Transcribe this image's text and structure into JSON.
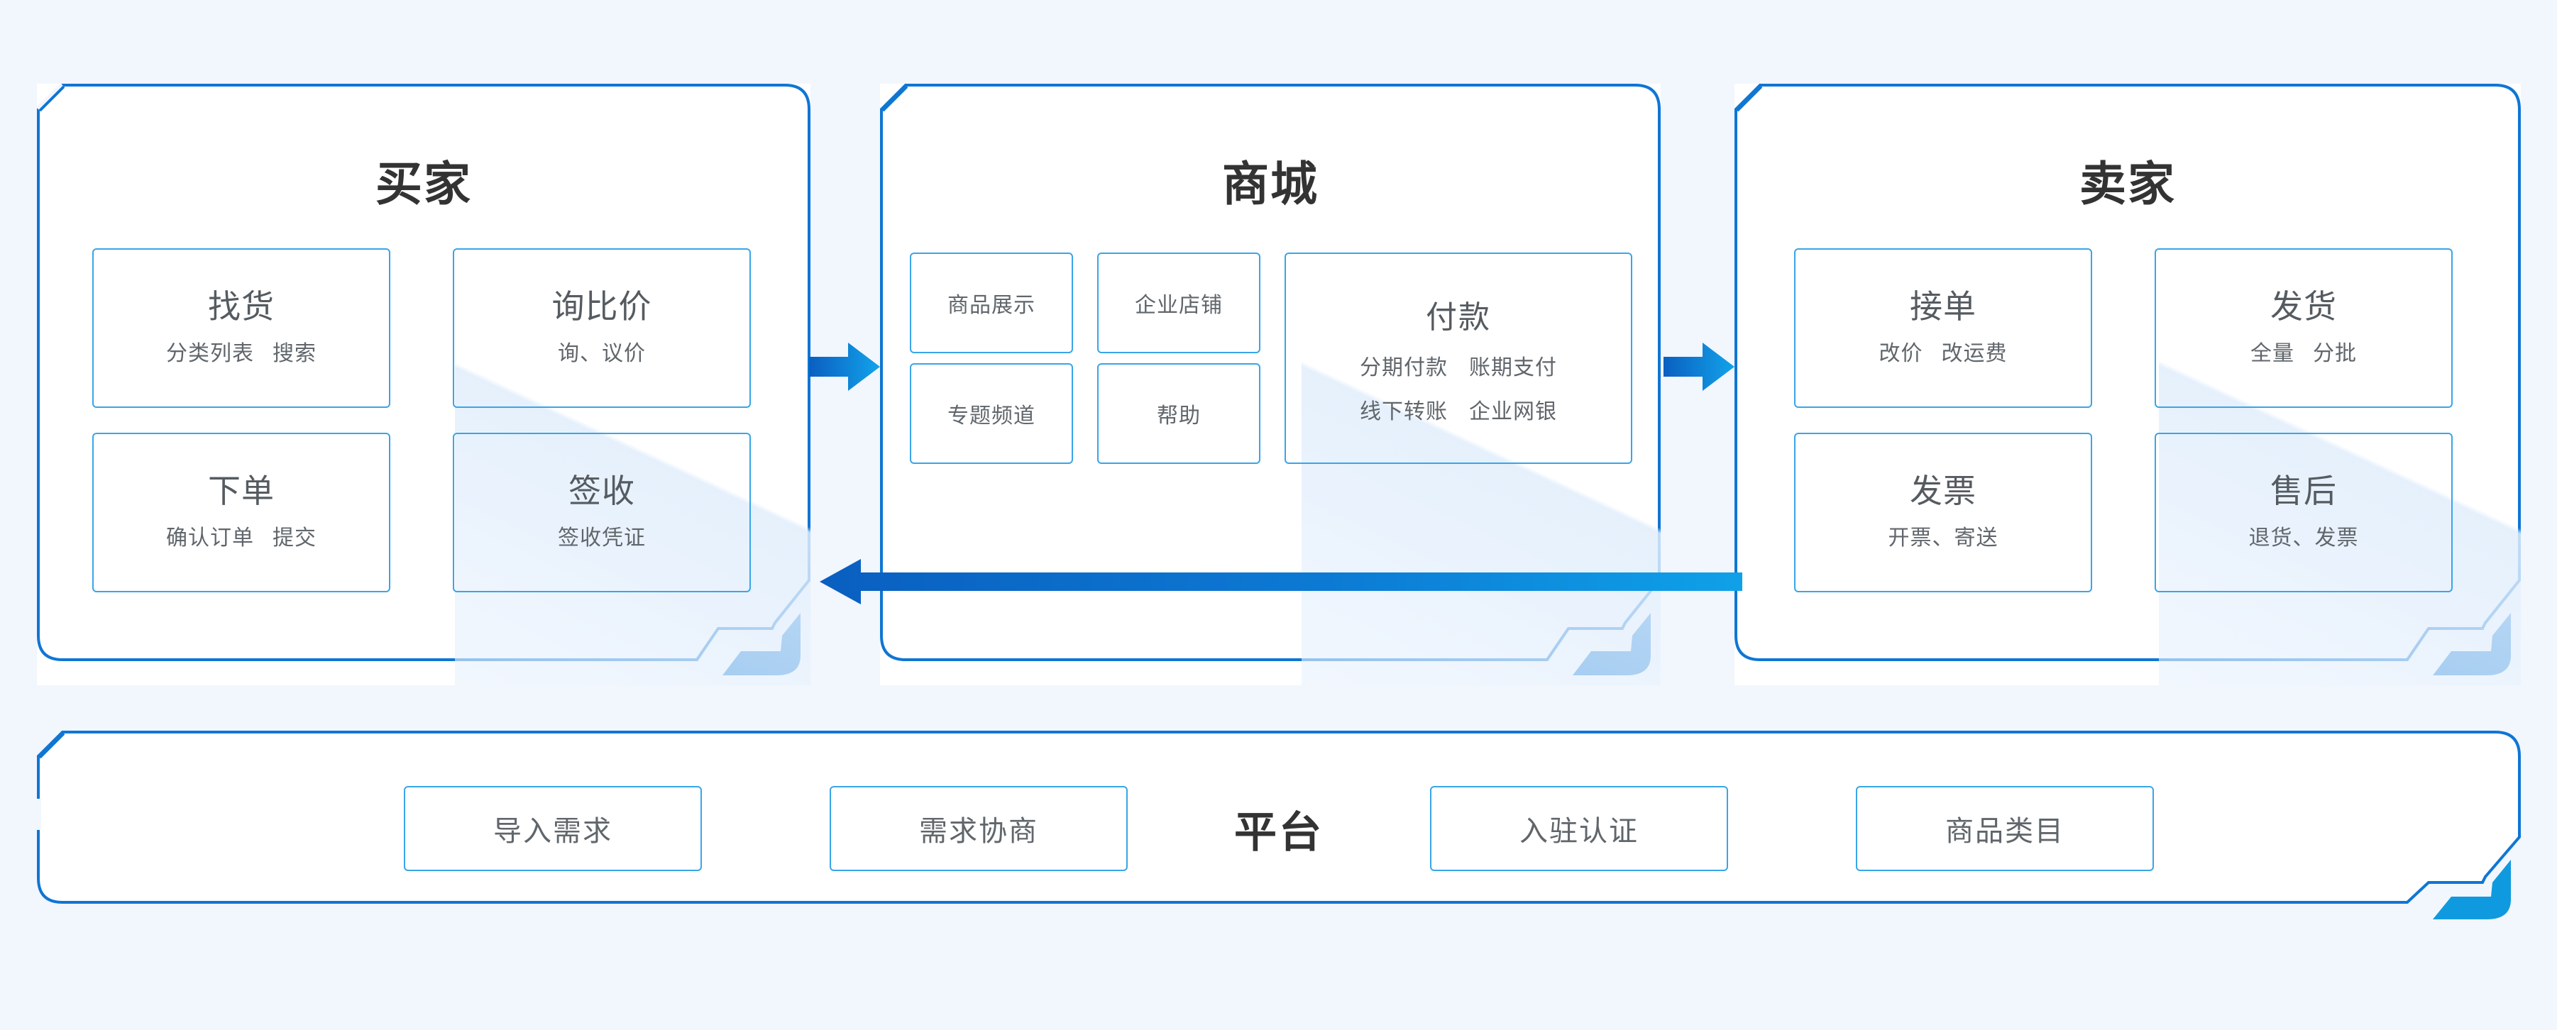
{
  "theme": {
    "background": "#f2f6fd",
    "panel_border": "#0f76d4",
    "card_border": "#39a5e8",
    "title_color": "#333333",
    "label_color": "#60666b",
    "arrow_dark": "#0a5fc0",
    "arrow_light": "#0fa1e8"
  },
  "panels": [
    {
      "id": "buyer",
      "title": "买家",
      "cards": [
        {
          "title": "找货",
          "sub_left": "分类列表",
          "sub_right": "搜索"
        },
        {
          "title": "询比价",
          "sub_left": "询、议价",
          "sub_right": ""
        },
        {
          "title": "下单",
          "sub_left": "确认订单",
          "sub_right": "提交"
        },
        {
          "title": "签收",
          "sub_left": "签收凭证",
          "sub_right": ""
        }
      ]
    },
    {
      "id": "mall",
      "title": "商城",
      "chips": [
        {
          "label": "商品展示"
        },
        {
          "label": "企业店铺"
        },
        {
          "label": "专题频道"
        },
        {
          "label": "帮助"
        }
      ],
      "pay": {
        "title": "付款",
        "row1_left": "分期付款",
        "row1_right": "账期支付",
        "row2_left": "线下转账",
        "row2_right": "企业网银"
      }
    },
    {
      "id": "seller",
      "title": "卖家",
      "cards": [
        {
          "title": "接单",
          "sub_left": "改价",
          "sub_right": "改运费"
        },
        {
          "title": "发货",
          "sub_left": "全量",
          "sub_right": "分批"
        },
        {
          "title": "发票",
          "sub_left": "开票、寄送",
          "sub_right": ""
        },
        {
          "title": "售后",
          "sub_left": "退货、发票",
          "sub_right": ""
        }
      ]
    }
  ],
  "arrows": [
    {
      "name": "buyer-to-mall",
      "direction": "right"
    },
    {
      "name": "mall-to-seller",
      "direction": "right"
    },
    {
      "name": "seller-to-buyer",
      "direction": "left"
    }
  ],
  "platform": {
    "title": "平台",
    "chips_left": [
      {
        "label": "导入需求"
      },
      {
        "label": "需求协商"
      }
    ],
    "chips_right": [
      {
        "label": "入驻认证"
      },
      {
        "label": "商品类目"
      }
    ]
  }
}
